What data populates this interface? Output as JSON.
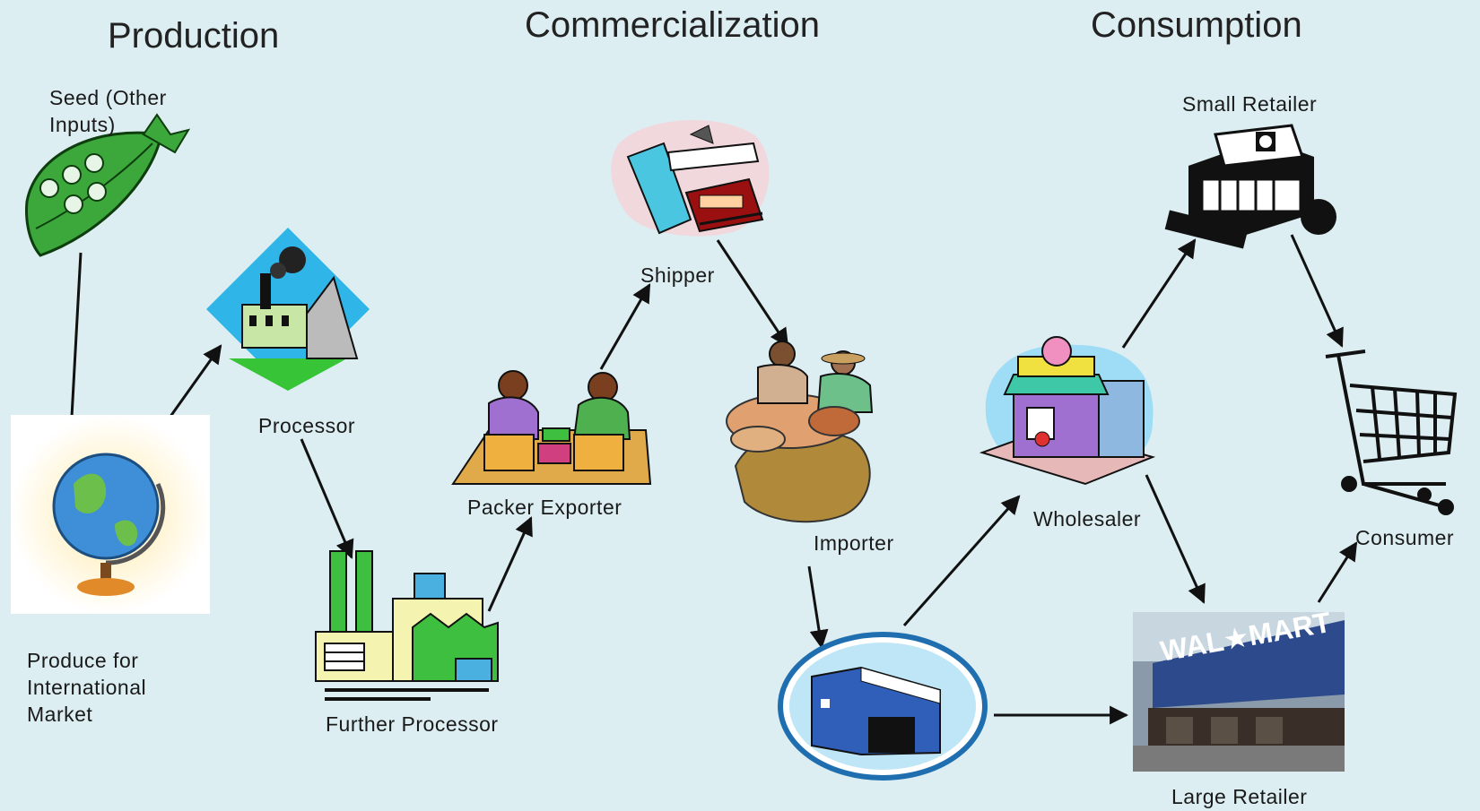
{
  "headers": {
    "production": "Production",
    "commercialization": "Commercialization",
    "consumption": "Consumption"
  },
  "nodes": {
    "seed": "Seed (Other\nInputs)",
    "processor": "Processor",
    "produce": "Produce for\nInternational\nMarket",
    "further_processor": "Further Processor",
    "packer_exporter": "Packer Exporter",
    "shipper": "Shipper",
    "importer": "Importer",
    "wholesaler": "Wholesaler",
    "small_retailer": "Small Retailer",
    "consumer": "Consumer",
    "large_retailer": "Large Retailer",
    "walmart_sign": "WAL★MART"
  },
  "colors": {
    "background": "#dceef2",
    "arrow": "#111111",
    "factory_green": "#3fbf3f",
    "diamond_blue": "#2fb5e8",
    "store_blue": "#2f5fb8"
  },
  "icons": [
    "pea-pod-icon",
    "factory-diamond-icon",
    "globe-icon",
    "green-factory-icon",
    "packers-icon",
    "transport-icon",
    "market-people-icon",
    "warehouse-icon",
    "store-icon",
    "cash-register-icon",
    "shopping-cart-icon",
    "walmart-photo-icon"
  ]
}
